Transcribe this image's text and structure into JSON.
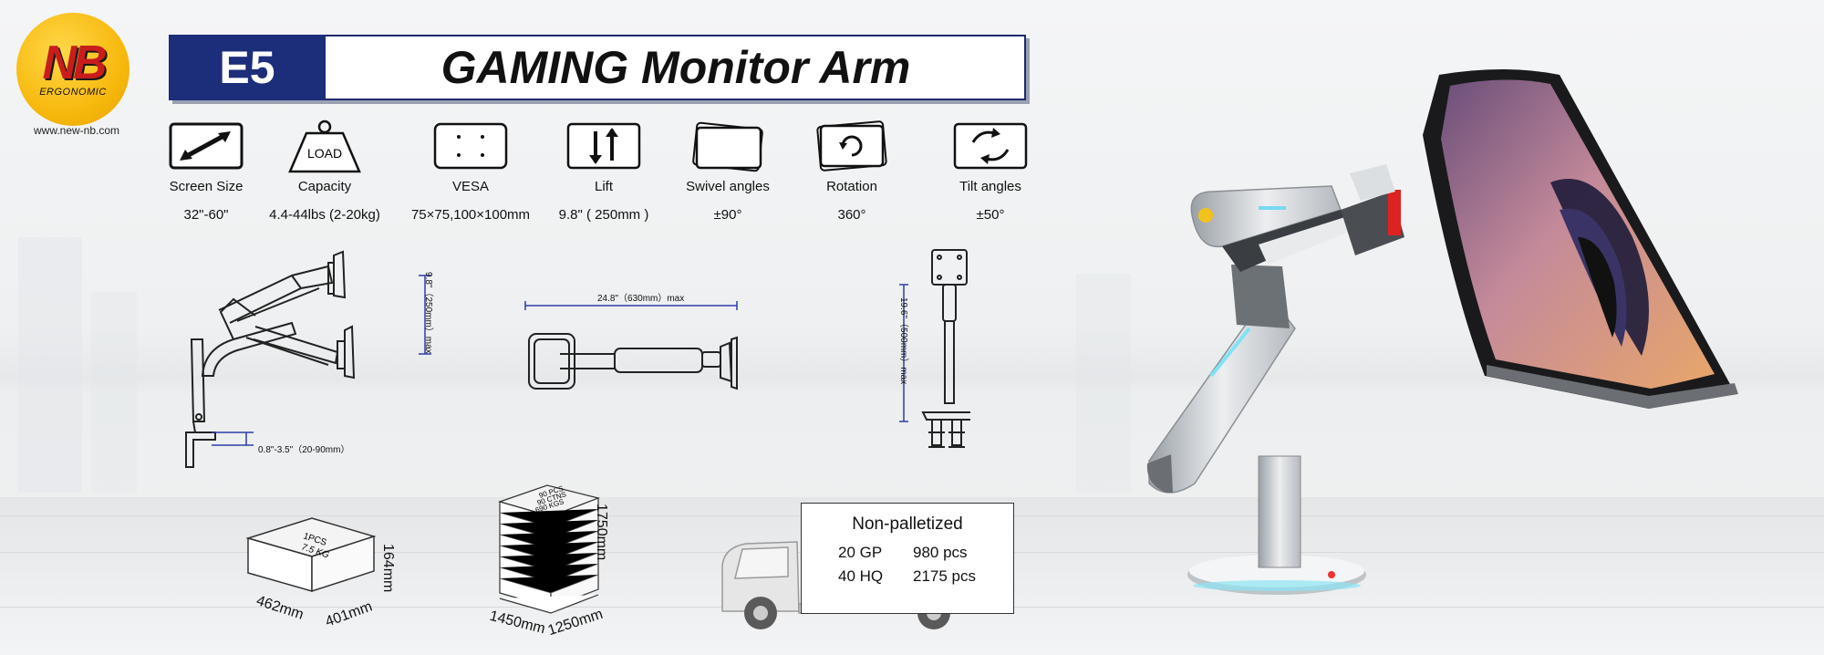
{
  "brand": {
    "logo_letters": "NB",
    "logo_sub": "ERGONOMIC",
    "website": "www.new-nb.com"
  },
  "header": {
    "model": "E5",
    "title": "GAMING Monitor Arm"
  },
  "specs": [
    {
      "icon": "diagonal-arrow-icon",
      "label": "Screen Size",
      "value": "32\"-60\""
    },
    {
      "icon": "load-weight-icon",
      "icon_text": "LOAD",
      "label": "Capacity",
      "value": "4.4-44lbs (2-20kg)"
    },
    {
      "icon": "vesa-plate-icon",
      "label": "VESA",
      "value": "75×75,100×100mm"
    },
    {
      "icon": "lift-arrows-icon",
      "label": "Lift",
      "value": "9.8\" ( 250mm )"
    },
    {
      "icon": "swivel-icon",
      "label": "Swivel angles",
      "value": "±90°"
    },
    {
      "icon": "rotation-icon",
      "label": "Rotation",
      "value": "360°"
    },
    {
      "icon": "tilt-icon",
      "label": "Tilt angles",
      "value": "±50°"
    }
  ],
  "dimensions": {
    "side_lift": "9.8\"（250mm）max",
    "clamp": "0.8\"-3.5\"（20-90mm）",
    "reach": "24.8\"（630mm）max",
    "height": "19.6\"（500mm）max"
  },
  "packaging": {
    "box": {
      "label_pcs": "1PCS",
      "label_kg": "7.5 KG",
      "height": "164mm",
      "length": "462mm",
      "width": "401mm"
    },
    "pallet": {
      "label_pcs": "90 PCS",
      "label_ctns": "90 CTNS",
      "label_kgs": "690 KGS",
      "height": "1750mm",
      "length": "1450mm",
      "width": "1250mm"
    },
    "container": {
      "title": "Non-palletized",
      "rows": [
        {
          "type": "20 GP",
          "qty": "980 pcs"
        },
        {
          "type": "40 HQ",
          "qty": "2175 pcs"
        }
      ]
    }
  },
  "colors": {
    "navy": "#1c2e7a",
    "logo_yellow": "#f7b90e",
    "logo_red": "#c81d1d",
    "dim_blue": "#2d3da8"
  }
}
